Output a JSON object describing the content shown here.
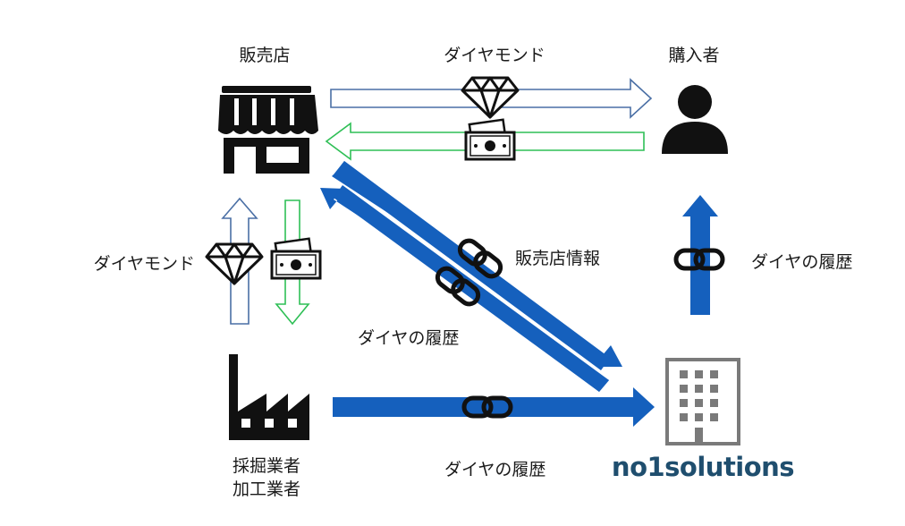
{
  "labels": {
    "retailer": "販売店",
    "buyer": "購入者",
    "diamond_top": "ダイヤモンド",
    "diamond_left": "ダイヤモンド",
    "retailer_info": "販売店情報",
    "history_right": "ダイヤの履歴",
    "history_middle": "ダイヤの履歴",
    "history_bottom": "ダイヤの履歴",
    "producer_line1": "採掘業者",
    "producer_line2": "加工業者",
    "brand": "no1solutions"
  },
  "icons": {
    "store": "store-icon",
    "person": "person-icon",
    "factory": "factory-icon",
    "building": "office-building-icon",
    "diamond": "diamond-icon",
    "money": "banknote-icon",
    "chain": "chain-link-icon"
  },
  "colors": {
    "diamond_flow": "#4a6fa5",
    "money_flow": "#2fbf56",
    "history_flow": "#1560bd",
    "brand": "#1f4e6e",
    "icon": "#111111"
  }
}
